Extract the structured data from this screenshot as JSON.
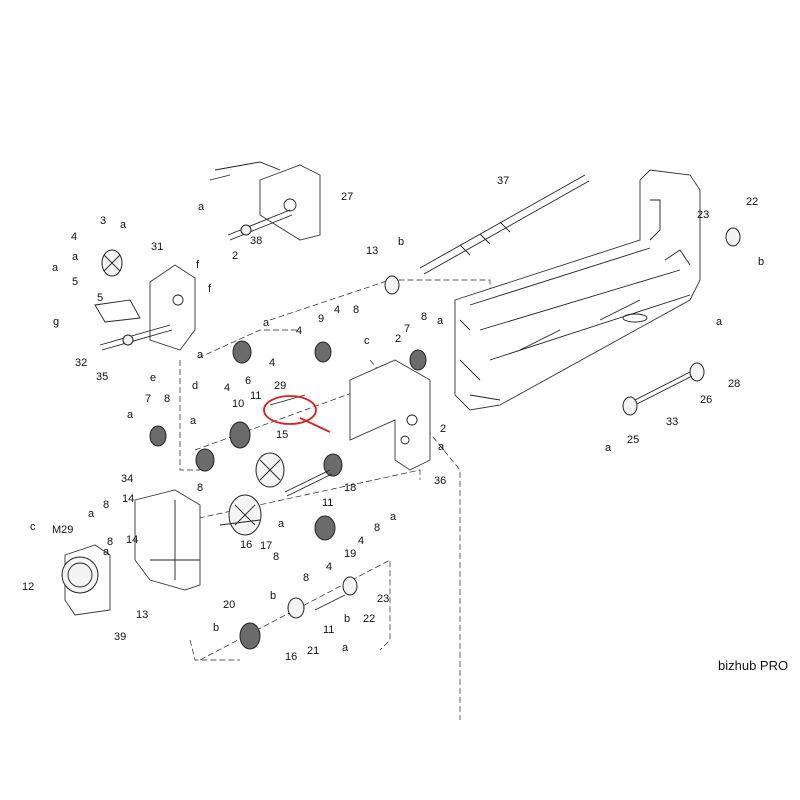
{
  "brand": "bizhub PRO",
  "labels": [
    {
      "id": "27",
      "text": "27"
    },
    {
      "id": "37",
      "text": "37"
    },
    {
      "id": "22a",
      "text": "22"
    },
    {
      "id": "23a",
      "text": "23"
    },
    {
      "id": "b1",
      "text": "b"
    },
    {
      "id": "a1",
      "text": "a"
    },
    {
      "id": "38",
      "text": "38"
    },
    {
      "id": "2a",
      "text": "2"
    },
    {
      "id": "3",
      "text": "3"
    },
    {
      "id": "a2",
      "text": "a"
    },
    {
      "id": "4a",
      "text": "4"
    },
    {
      "id": "31",
      "text": "31"
    },
    {
      "id": "a3",
      "text": "a"
    },
    {
      "id": "a4",
      "text": "a"
    },
    {
      "id": "f1",
      "text": "f"
    },
    {
      "id": "f2",
      "text": "f"
    },
    {
      "id": "5a",
      "text": "5"
    },
    {
      "id": "5b",
      "text": "5"
    },
    {
      "id": "g",
      "text": "g"
    },
    {
      "id": "32",
      "text": "32"
    },
    {
      "id": "35",
      "text": "35"
    },
    {
      "id": "e",
      "text": "e"
    },
    {
      "id": "13a",
      "text": "13"
    },
    {
      "id": "b2",
      "text": "b"
    },
    {
      "id": "9",
      "text": "9"
    },
    {
      "id": "4b",
      "text": "4"
    },
    {
      "id": "8a",
      "text": "8"
    },
    {
      "id": "4c",
      "text": "4"
    },
    {
      "id": "a5",
      "text": "a"
    },
    {
      "id": "c1",
      "text": "c"
    },
    {
      "id": "2b",
      "text": "2"
    },
    {
      "id": "8b",
      "text": "8"
    },
    {
      "id": "7a",
      "text": "7"
    },
    {
      "id": "a6",
      "text": "a"
    },
    {
      "id": "a7",
      "text": "a"
    },
    {
      "id": "6",
      "text": "6"
    },
    {
      "id": "4d",
      "text": "4"
    },
    {
      "id": "4e",
      "text": "4"
    },
    {
      "id": "d",
      "text": "d"
    },
    {
      "id": "29",
      "text": "29"
    },
    {
      "id": "11a",
      "text": "11"
    },
    {
      "id": "7b",
      "text": "7"
    },
    {
      "id": "a8",
      "text": "a"
    },
    {
      "id": "8c",
      "text": "8"
    },
    {
      "id": "10",
      "text": "10"
    },
    {
      "id": "15",
      "text": "15"
    },
    {
      "id": "a9",
      "text": "a"
    },
    {
      "id": "2c",
      "text": "2"
    },
    {
      "id": "a10",
      "text": "a"
    },
    {
      "id": "36",
      "text": "36"
    },
    {
      "id": "8d",
      "text": "8"
    },
    {
      "id": "18",
      "text": "18"
    },
    {
      "id": "34",
      "text": "34"
    },
    {
      "id": "8e",
      "text": "8"
    },
    {
      "id": "14a",
      "text": "14"
    },
    {
      "id": "a11",
      "text": "a"
    },
    {
      "id": "11b",
      "text": "11"
    },
    {
      "id": "a12",
      "text": "a"
    },
    {
      "id": "c2",
      "text": "c"
    },
    {
      "id": "M29",
      "text": "M29"
    },
    {
      "id": "8f",
      "text": "8"
    },
    {
      "id": "14b",
      "text": "14"
    },
    {
      "id": "a13",
      "text": "a"
    },
    {
      "id": "8g",
      "text": "8"
    },
    {
      "id": "a14",
      "text": "a"
    },
    {
      "id": "16a",
      "text": "16"
    },
    {
      "id": "17",
      "text": "17"
    },
    {
      "id": "8h",
      "text": "8"
    },
    {
      "id": "19",
      "text": "19"
    },
    {
      "id": "4f",
      "text": "4"
    },
    {
      "id": "12",
      "text": "12"
    },
    {
      "id": "13b",
      "text": "13"
    },
    {
      "id": "39",
      "text": "39"
    },
    {
      "id": "8i",
      "text": "8"
    },
    {
      "id": "4g",
      "text": "4"
    },
    {
      "id": "23b",
      "text": "23"
    },
    {
      "id": "22b",
      "text": "22"
    },
    {
      "id": "20",
      "text": "20"
    },
    {
      "id": "b3",
      "text": "b"
    },
    {
      "id": "11c",
      "text": "11"
    },
    {
      "id": "b4",
      "text": "b"
    },
    {
      "id": "16b",
      "text": "16"
    },
    {
      "id": "21",
      "text": "21"
    },
    {
      "id": "a15",
      "text": "a"
    },
    {
      "id": "28",
      "text": "28"
    },
    {
      "id": "26",
      "text": "26"
    },
    {
      "id": "25",
      "text": "25"
    },
    {
      "id": "33",
      "text": "33"
    },
    {
      "id": "a16",
      "text": "a"
    },
    {
      "id": "a17",
      "text": "a"
    },
    {
      "id": "b5",
      "text": "b"
    }
  ],
  "highlight": {
    "color": "#e02020"
  }
}
